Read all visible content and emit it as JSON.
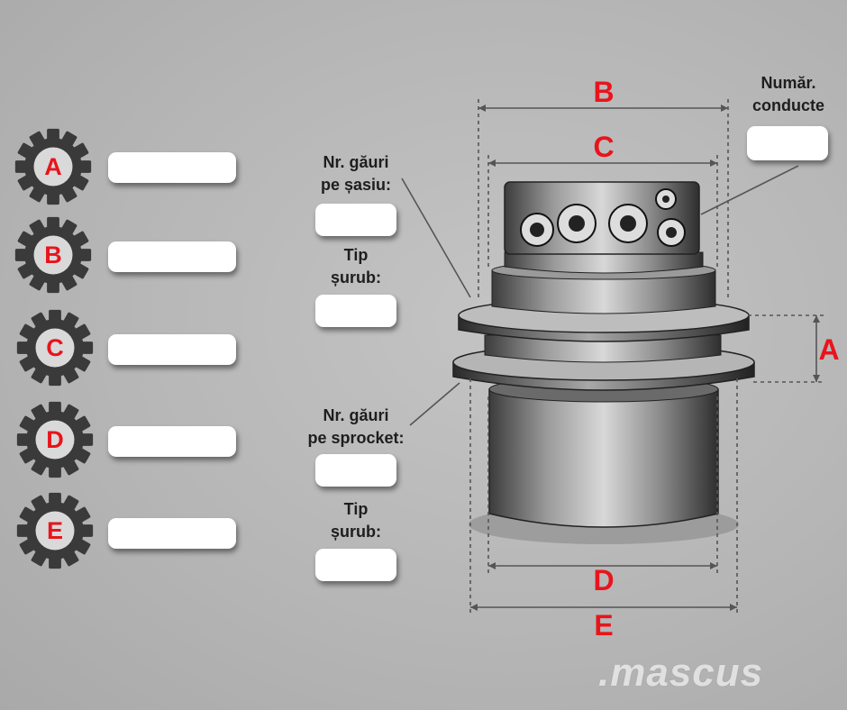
{
  "gears": [
    {
      "letter": "A"
    },
    {
      "letter": "B"
    },
    {
      "letter": "C"
    },
    {
      "letter": "D"
    },
    {
      "letter": "E"
    }
  ],
  "labels": {
    "chassis_holes": [
      "Nr. găuri",
      "pe șasiu:"
    ],
    "bolt_type_1": [
      "Tip",
      "șurub:"
    ],
    "sprocket_holes": [
      "Nr. găuri",
      "pe sprocket:"
    ],
    "bolt_type_2": [
      "Tip",
      "șurub:"
    ],
    "conduits": [
      "Număr.",
      "conducte"
    ]
  },
  "dimensions": {
    "top_outer": "B",
    "top_inner": "C",
    "side": "A",
    "bottom_inner": "D",
    "bottom_outer": "E"
  },
  "watermark": ".mascus",
  "colors": {
    "accent": "#e8141c",
    "text": "#1e1e1e",
    "field": "#ffffff",
    "gear": "#3a3a3a",
    "dimension_line": "#555555"
  }
}
